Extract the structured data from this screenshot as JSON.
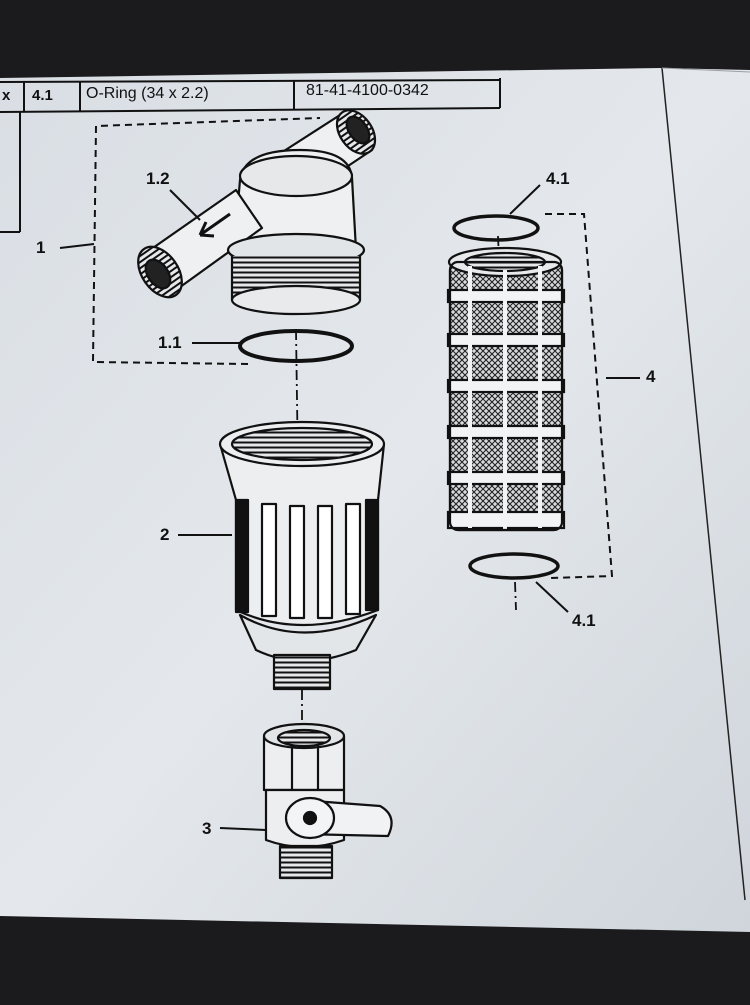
{
  "table_row": {
    "edge_char": "x",
    "item_number": "4.1",
    "description": "O-Ring (34 x 2.2)",
    "part_number": "81-41-4100-0342"
  },
  "callouts": {
    "housing_assembly": "1",
    "outlet_tube": "1.2",
    "housing_o_ring": "1.1",
    "filter_bowl": "2",
    "drain_valve": "3",
    "filter_cartridge": "4",
    "cartridge_o_ring_top": "4.1",
    "cartridge_o_ring_bottom": "4.1"
  }
}
